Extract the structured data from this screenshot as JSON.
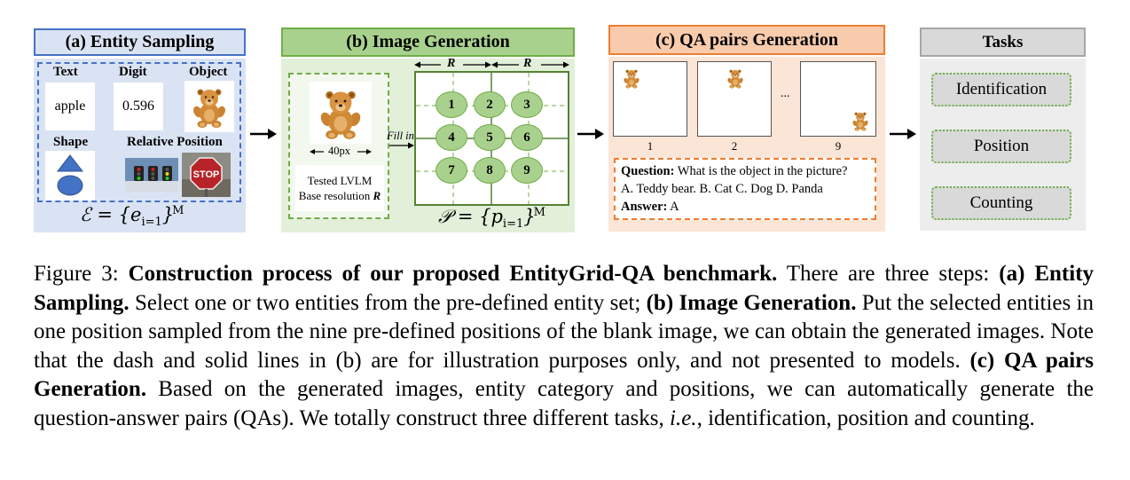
{
  "panel_a": {
    "title": "(a) Entity Sampling",
    "text_label": "Text",
    "digit_label": "Digit",
    "object_label": "Object",
    "shape_label": "Shape",
    "relpos_label": "Relative Position",
    "text_value": "apple",
    "digit_value": "0.596",
    "stop_sign": "STOP",
    "formula_lhs": "ℰ = {e",
    "formula_sub": "i=1",
    "formula_sup": "M",
    "formula_close": "}"
  },
  "panel_b": {
    "title": "(b) Image Generation",
    "size_label": "40px",
    "lvlm_line1": "Tested LVLM",
    "lvlm_line2": "Base resolution",
    "lvlm_R": "R",
    "fill_in": "Fill in",
    "R_left": "R",
    "R_right": "R",
    "cells": [
      "1",
      "2",
      "3",
      "4",
      "5",
      "6",
      "7",
      "8",
      "9"
    ],
    "formula_lhs": "𝒫 = {p",
    "formula_sub": "i=1",
    "formula_sup": "M",
    "formula_close": "}"
  },
  "panel_c": {
    "title": "(c) QA pairs Generation",
    "thumb_labels": [
      "1",
      "2",
      "9"
    ],
    "ellipsis": "...",
    "question_label": "Question:",
    "question_text": " What is the object in the picture?",
    "options": "A. Teddy bear. B. Cat C. Dog D. Panda",
    "answer_label": "Answer:",
    "answer_text": " A"
  },
  "tasks": {
    "title": "Tasks",
    "items": [
      "Identification",
      "Position",
      "Counting"
    ]
  },
  "caption": {
    "fig_label": "Figure 3: ",
    "bold_title": "Construction process of our proposed EntityGrid-QA benchmark.",
    "t1": " There are three steps: ",
    "a_bold": "(a) Entity Sampling.",
    "t2": " Select one or two entities from the pre-defined entity set; ",
    "b_bold": "(b) Image Generation.",
    "t3": " Put the selected entities in one position sampled from the nine pre-defined positions of the blank image, we can obtain the generated images. Note that the dash and solid lines in (b) are for illustration purposes only, and not presented to models. ",
    "c_bold": "(c) QA pairs Generation.",
    "t4": " Based on the generated images, entity category and positions, we can automatically generate the question-answer pairs (QAs). We totally construct three different tasks, ",
    "ie": "i.e.",
    "t5": ", identification, position and counting."
  }
}
